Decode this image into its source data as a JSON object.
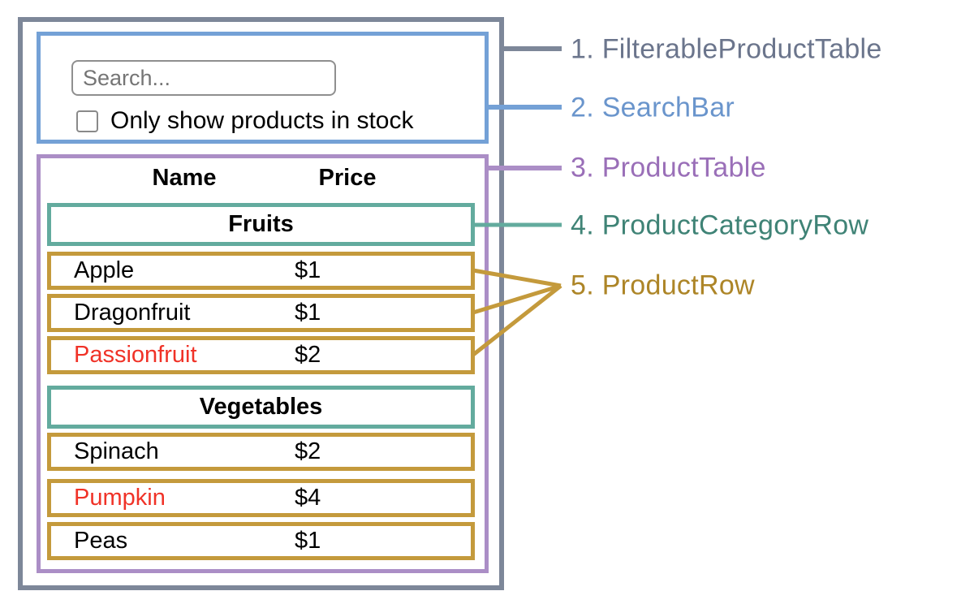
{
  "legend": {
    "items": [
      {
        "text": "1. FilterableProductTable",
        "color": "#6b758c"
      },
      {
        "text": "2. SearchBar",
        "color": "#6a95cc"
      },
      {
        "text": "3. ProductTable",
        "color": "#9a6fb8"
      },
      {
        "text": "4. ProductCategoryRow",
        "color": "#3f8376"
      },
      {
        "text": "5. ProductRow",
        "color": "#ad8527"
      }
    ]
  },
  "search_bar": {
    "input_placeholder": "Search...",
    "input_value": "",
    "checkbox_label": "Only show products in stock",
    "checkbox_checked": false
  },
  "table": {
    "columns": [
      "Name",
      "Price"
    ],
    "sections": [
      {
        "category": "Fruits",
        "rows": [
          {
            "name": "Apple",
            "price": "$1",
            "name_color": "#000000"
          },
          {
            "name": "Dragonfruit",
            "price": "$1",
            "name_color": "#000000"
          },
          {
            "name": "Passionfruit",
            "price": "$2",
            "name_color": "#f03227"
          }
        ]
      },
      {
        "category": "Vegetables",
        "rows": [
          {
            "name": "Spinach",
            "price": "$2",
            "name_color": "#000000"
          },
          {
            "name": "Pumpkin",
            "price": "$4",
            "name_color": "#f03227"
          },
          {
            "name": "Peas",
            "price": "$1",
            "name_color": "#000000"
          }
        ]
      }
    ]
  },
  "colors": {
    "filterable_product_table_border": "#7d8799",
    "search_bar_border": "#74a1d6",
    "product_table_border": "#ab8ec6",
    "product_category_row_border": "#63ab9e",
    "product_row_border": "#c49a3c",
    "out_of_stock_text": "#f03227"
  }
}
